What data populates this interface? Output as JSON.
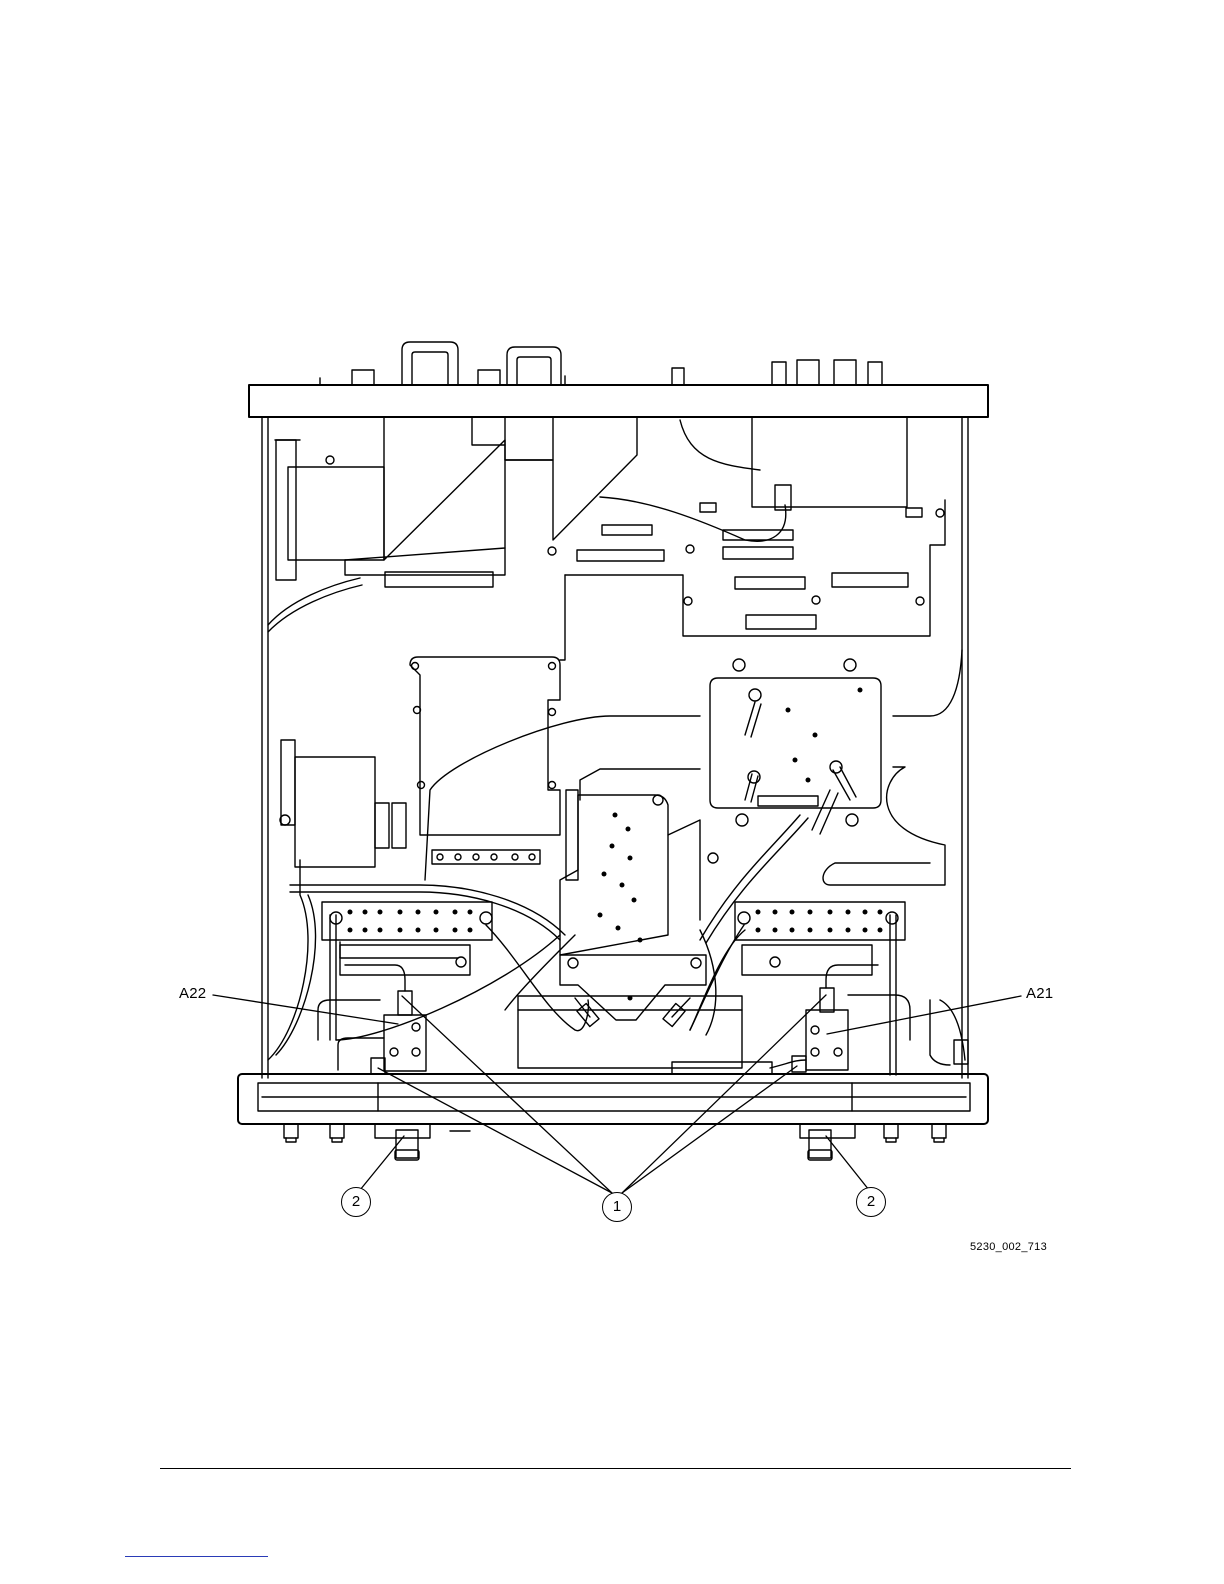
{
  "figure": {
    "callouts": {
      "a22": "A22",
      "a21": "A21"
    },
    "bubbles": {
      "item1": "1",
      "item2_left": "2",
      "item2_right": "2"
    },
    "figure_id": "5230_002_713"
  },
  "colors": {
    "line": "#000000",
    "background": "#ffffff",
    "link_underline": "#2a3bb7"
  }
}
